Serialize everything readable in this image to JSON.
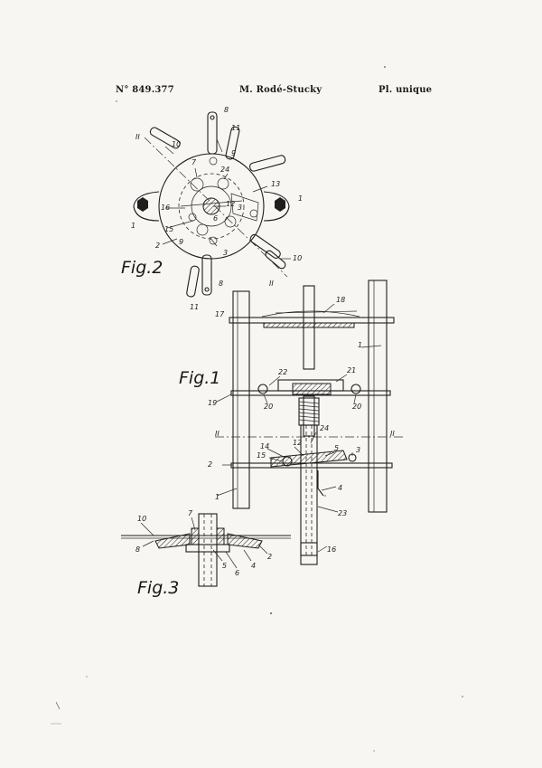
{
  "header": {
    "patent_number": "N° 849.377",
    "author": "M. Rodé-Stucky",
    "plate": "Pl. unique"
  },
  "figures": {
    "fig1": "Fig.1",
    "fig2": "Fig.2",
    "fig3": "Fig.3"
  },
  "fig2_labels": {
    "l8a": "8",
    "l11a": "11",
    "l10a": "10",
    "l7": "7",
    "l9a": "9",
    "l24": "24",
    "l13": "13",
    "l16": "16",
    "l12": "12",
    "l3a": "3",
    "l1a": "1",
    "l1b": "1",
    "l15": "15",
    "l6": "6",
    "l2": "2",
    "l9b": "9",
    "l3b": "3",
    "l10b": "10",
    "l8b": "8",
    "l11b": "11",
    "l17": "17",
    "lIIa": "II",
    "lIIb": "II"
  },
  "fig1_labels": {
    "l18": "18",
    "l1": "1",
    "l22": "22",
    "l21": "21",
    "l19": "19",
    "l20a": "20",
    "l20b": "20",
    "l24": "24",
    "lIIa": "II",
    "lIIb": "II",
    "l14": "14",
    "l12": "12",
    "l5": "5",
    "l3": "3",
    "l15": "15",
    "l2": "2",
    "l4": "4",
    "l1b": "1",
    "l23": "23",
    "l16": "16"
  },
  "fig3_labels": {
    "l10": "10",
    "l7": "7",
    "l8": "8",
    "l5": "5",
    "l6": "6",
    "l4": "4",
    "l2": "2"
  }
}
